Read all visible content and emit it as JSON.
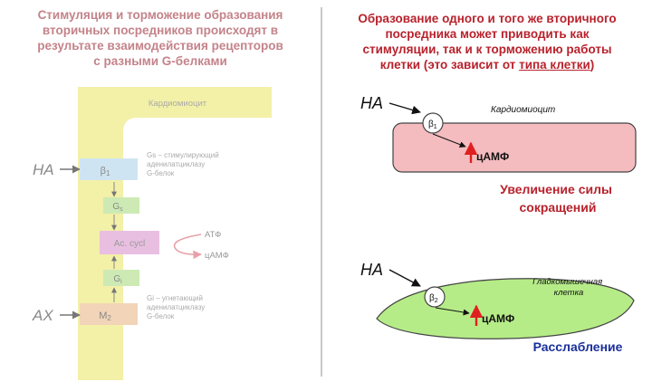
{
  "left": {
    "title_lines": [
      "Стимуляция и торможение образования",
      "вторичных посредников происходят в",
      "результате взаимодействия рецепторов",
      "с разными G-белками"
    ],
    "cell_label": "Кардиомиоцит",
    "agonist_top": "НА",
    "agonist_bottom": "АХ",
    "receptor_top": "β",
    "receptor_top_sub": "1",
    "receptor_bottom": "M",
    "receptor_bottom_sub": "2",
    "gs_label": "G",
    "gs_sub": "s",
    "gi_label": "G",
    "gi_sub": "i",
    "ac_label": "Ac. cycl",
    "gs_desc": [
      "Gs – стимулирующий",
      "аденилатциклазу",
      "G-белок"
    ],
    "gi_desc": [
      "Gi – угнетающий",
      "аденилатциклазу",
      "G-белок"
    ],
    "atf": "АТФ",
    "camf": "цАМФ"
  },
  "right": {
    "title_lines": [
      "Образование одного и того же вторичного",
      "посредника может приводить как",
      "стимуляции, так и к торможению работы"
    ],
    "title_last_pre": "клетки (это зависит от ",
    "title_last_u": "типа клетки",
    "title_last_post": ")",
    "top_agonist": "НА",
    "top_receptor": "β",
    "top_receptor_sub": "1",
    "top_cell_label": "Кардиомиоцит",
    "top_camf": "цАМФ",
    "top_effect": [
      "Увеличение силы",
      "сокращений"
    ],
    "bottom_agonist": "НА",
    "bottom_receptor": "β",
    "bottom_receptor_sub": "2",
    "bottom_cell_label": [
      "Гладкомышечная",
      "клетка"
    ],
    "bottom_camf": "цАМФ",
    "bottom_effect": "Расслабление"
  },
  "colors": {
    "left_title": "#c4838a",
    "right_title": "#b8222c",
    "cell_wall": "#f3f0a8",
    "cardio_fill": "#f4bcbf",
    "smooth_fill": "#b6ec88",
    "arrow_red": "#e02020",
    "relax_blue": "#1a2f9a"
  }
}
